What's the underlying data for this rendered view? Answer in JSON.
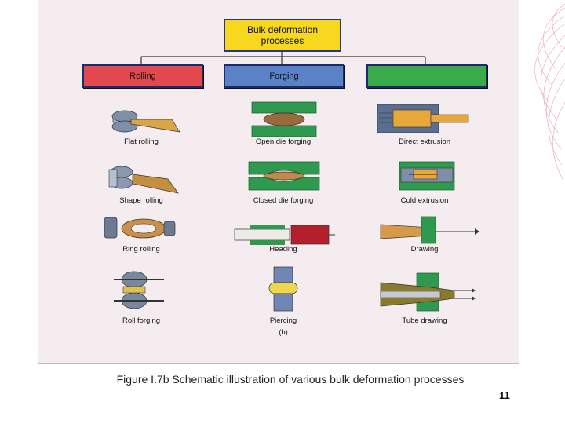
{
  "diagram": {
    "root": "Bulk deformation processes",
    "categories": [
      {
        "label": "Rolling",
        "color": "#e2494f"
      },
      {
        "label": "Forging",
        "color": "#5b82c6"
      },
      {
        "label": "",
        "color": "#3aaa4a"
      }
    ],
    "columns": [
      {
        "items": [
          "Flat rolling",
          "Shape rolling",
          "Ring rolling",
          "Roll forging"
        ]
      },
      {
        "items": [
          "Open die forging",
          "Closed die forging",
          "Heading",
          "Piercing"
        ]
      },
      {
        "items": [
          "Direct extrusion",
          "Cold extrusion",
          "Drawing",
          "Tube drawing"
        ]
      }
    ],
    "sublabel": "(b)"
  },
  "caption": "Figure I.7b  Schematic illustration of various bulk deformation processes",
  "page_number": "11"
}
